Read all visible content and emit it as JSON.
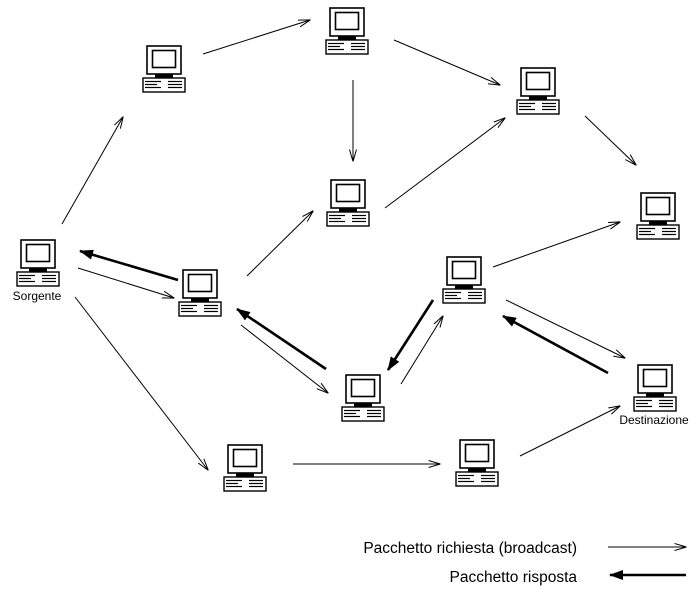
{
  "nodes": [
    {
      "id": "sorgente",
      "label": "Sorgente"
    },
    {
      "id": "n1"
    },
    {
      "id": "n2"
    },
    {
      "id": "n3"
    },
    {
      "id": "n4"
    },
    {
      "id": "n5"
    },
    {
      "id": "n6"
    },
    {
      "id": "n7"
    },
    {
      "id": "n8"
    },
    {
      "id": "n9"
    },
    {
      "id": "n10"
    },
    {
      "id": "destinazione",
      "label": "Destinazione"
    }
  ],
  "edges": [
    {
      "from": "sorgente",
      "to": "n1",
      "kind": "request"
    },
    {
      "from": "n1",
      "to": "n2",
      "kind": "request"
    },
    {
      "from": "n2",
      "to": "n3",
      "kind": "request"
    },
    {
      "from": "n2",
      "to": "n4",
      "kind": "request"
    },
    {
      "from": "n3",
      "to": "n10",
      "kind": "request"
    },
    {
      "from": "n4",
      "to": "n3",
      "kind": "request"
    },
    {
      "from": "sorgente",
      "to": "n5",
      "kind": "request"
    },
    {
      "from": "n5",
      "to": "sorgente",
      "kind": "reply"
    },
    {
      "from": "n5",
      "to": "n4",
      "kind": "request"
    },
    {
      "from": "n5",
      "to": "n7",
      "kind": "request"
    },
    {
      "from": "n7",
      "to": "n5",
      "kind": "reply"
    },
    {
      "from": "n7",
      "to": "n6",
      "kind": "request"
    },
    {
      "from": "n6",
      "to": "n7",
      "kind": "reply"
    },
    {
      "from": "n6",
      "to": "n10",
      "kind": "request"
    },
    {
      "from": "n6",
      "to": "destinazione",
      "kind": "request"
    },
    {
      "from": "destinazione",
      "to": "n6",
      "kind": "reply"
    },
    {
      "from": "sorgente",
      "to": "n8",
      "kind": "request"
    },
    {
      "from": "n8",
      "to": "n9",
      "kind": "request"
    },
    {
      "from": "n9",
      "to": "destinazione",
      "kind": "request"
    }
  ],
  "legend": {
    "request_label": "Pacchetto richiesta (broadcast)",
    "reply_label": "Pacchetto risposta"
  }
}
